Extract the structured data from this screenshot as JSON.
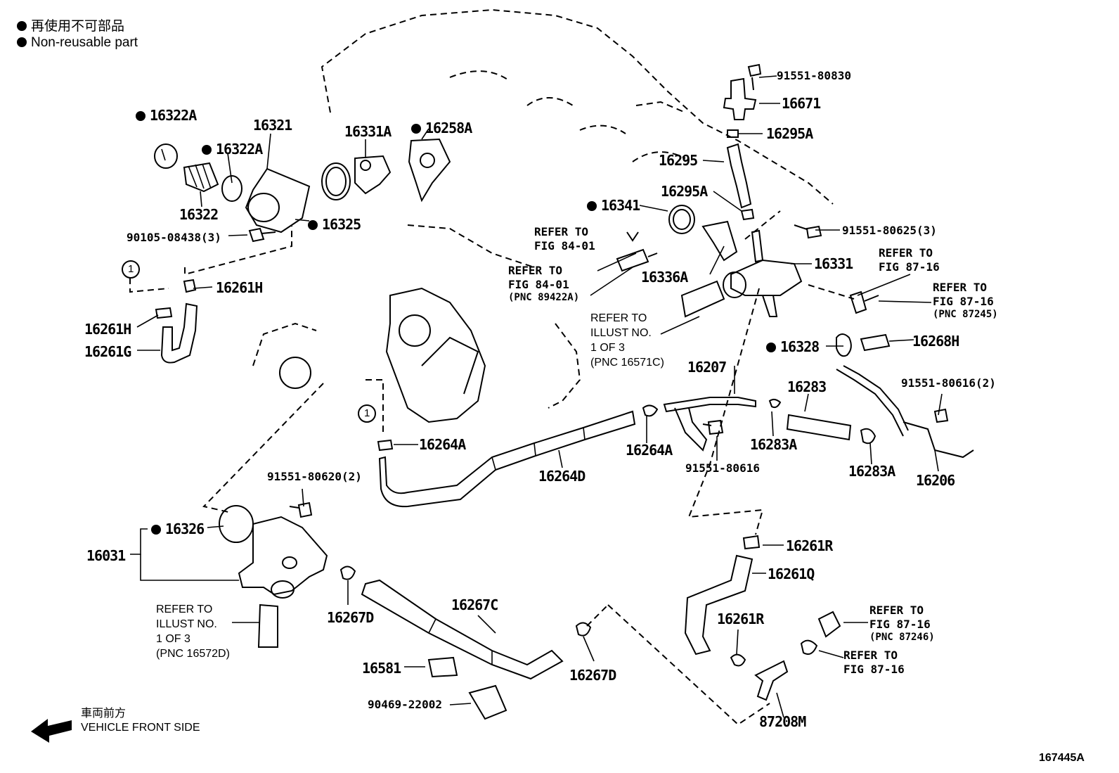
{
  "legend": {
    "jp": "再使用不可部品",
    "en": "Non-reusable part",
    "front_jp": "車両前方",
    "front_en": "VEHICLE FRONT SIDE"
  },
  "figure_id": "167445A",
  "callout_circle": "1",
  "parts": {
    "p16322A_a": "16322A",
    "p16322A_b": "16322A",
    "p16321": "16321",
    "p16331A": "16331A",
    "p16258A": "16258A",
    "p16322": "16322",
    "p16325": "16325",
    "p90105": "90105-08438(3)",
    "p16261H_a": "16261H",
    "p16261H_b": "16261H",
    "p16261G": "16261G",
    "p91551_80830": "91551-80830",
    "p16671": "16671",
    "p16295A_a": "16295A",
    "p16295": "16295",
    "p16295A_b": "16295A",
    "p16341": "16341",
    "p91551_80625": "91551-80625(3)",
    "p16336A": "16336A",
    "p16331": "16331",
    "p16328": "16328",
    "p16268H": "16268H",
    "p91551_80616_2": "91551-80616(2)",
    "p16207": "16207",
    "p16283": "16283",
    "p16264A_a": "16264A",
    "p16264A_b": "16264A",
    "p16283A_a": "16283A",
    "p16283A_b": "16283A",
    "p16264D": "16264D",
    "p91551_80616": "91551-80616",
    "p16206": "16206",
    "p91551_80620": "91551-80620(2)",
    "p16326": "16326",
    "p16031": "16031",
    "p16261R_a": "16261R",
    "p16261Q": "16261Q",
    "p16267D_a": "16267D",
    "p16267C": "16267C",
    "p16261R_b": "16261R",
    "p16581": "16581",
    "p16267D_b": "16267D",
    "p90469": "90469-22002",
    "p87208M": "87208M"
  },
  "refs": {
    "r1_a": "REFER TO",
    "r1_b": "FIG 84-01",
    "r2_a": "REFER TO",
    "r2_b": "FIG 84-01",
    "r2_c": "(PNC 89422A)",
    "r3_a": "REFER TO",
    "r3_b": "FIG 87-16",
    "r4_a": "REFER TO",
    "r4_b": "FIG 87-16",
    "r4_c": "(PNC 87245)",
    "r5_a": "REFER TO",
    "r5_b": "ILLUST NO.",
    "r5_c": "1 OF 3",
    "r5_d": "(PNC 16571C)",
    "r6_a": "REFER TO",
    "r6_b": "ILLUST NO.",
    "r6_c": "1 OF 3",
    "r6_d": "(PNC 16572D)",
    "r7_a": "REFER TO",
    "r7_b": "FIG 87-16",
    "r7_c": "(PNC 87246)",
    "r8_a": "REFER TO",
    "r8_b": "FIG 87-16"
  }
}
